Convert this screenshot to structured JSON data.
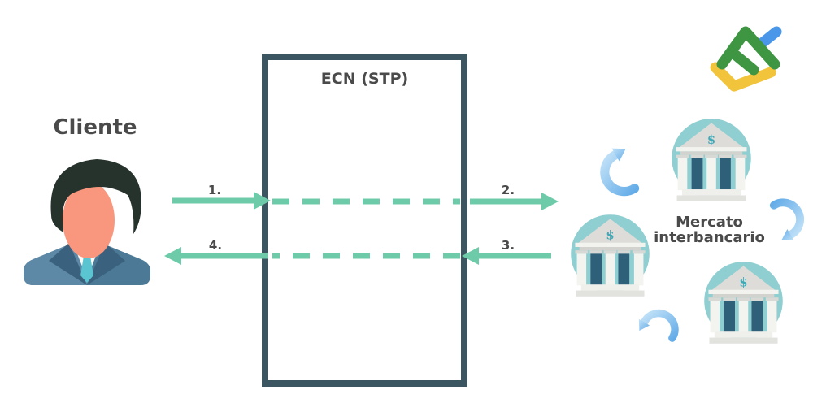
{
  "diagram": {
    "client": {
      "label": "Cliente"
    },
    "ecn_box": {
      "label": "ECN (STP)"
    },
    "market": {
      "line1": "Mercato",
      "line2": "interbancario"
    },
    "steps": [
      {
        "label": "1."
      },
      {
        "label": "2."
      },
      {
        "label": "3."
      },
      {
        "label": "4."
      }
    ],
    "bank": {
      "pediment_symbol": "$"
    },
    "icons": {
      "logo": "litefinance-logo",
      "client": "client-avatar-icon",
      "bank": "bank-building-icon",
      "cycle": "curved-cycle-arrow-icon"
    },
    "colors": {
      "arrow-green": "#6ECBA9",
      "box-border": "#3B5660",
      "text-dark": "#4A4A4A",
      "bank-circle": "#8FCED1",
      "bank-dark-column": "#2E607A",
      "dollar-teal": "#3FA9B8",
      "swoosh-blue": "#7FBCEE",
      "logo-green": "#3E9643",
      "logo-blue": "#4A97EA",
      "logo-yellow": "#F1C43C",
      "suit-light": "#5D89A6",
      "suit-mid": "#4C7995",
      "suit-dark": "#3A617E",
      "skin": "#F9977E",
      "hair": "#26332D",
      "tie": "#5BC4D1",
      "collar-red": "#F2685B"
    }
  }
}
